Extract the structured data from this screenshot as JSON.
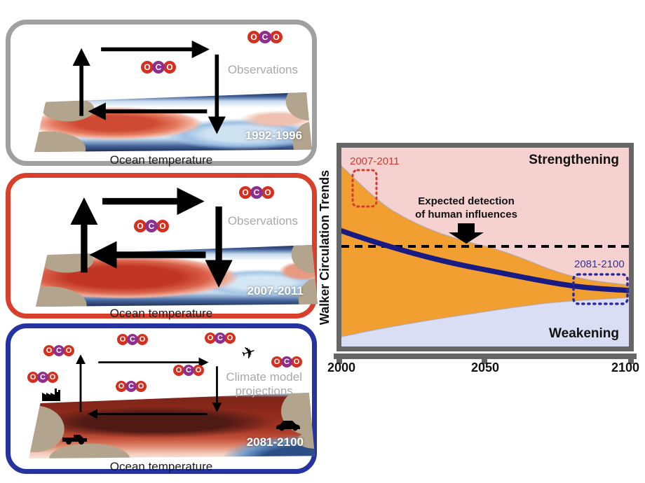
{
  "co2_molecule": {
    "name": "carbon dioxide molecule (OCO)",
    "letters": [
      "O",
      "C",
      "O"
    ],
    "oxygen_color": "#d3301f",
    "carbon_color": "#8d2f8d"
  },
  "panels": [
    {
      "id": "observations-1992-1996",
      "border_color": "#a0a0a0",
      "label": "Observations",
      "period": "1992-1996",
      "map_caption": "Ocean temperature",
      "arrow_weight": "medium"
    },
    {
      "id": "observations-2007-2011",
      "border_color": "#d8402c",
      "label": "Observations",
      "period": "2007-2011",
      "map_caption": "Ocean temperature",
      "arrow_weight": "thick"
    },
    {
      "id": "climate-model-projections-2081-2100",
      "border_color": "#2632a0",
      "label_line1": "Climate model",
      "label_line2": "projections",
      "period": "2081-2100",
      "map_caption": "Ocean temperature",
      "arrow_weight": "thin"
    }
  ],
  "chart": {
    "ylabel": "Walker Circulation Trends",
    "x_tick_labels": [
      "2000",
      "2050",
      "2100"
    ],
    "region_strengthening": "Strengthening",
    "region_weakening": "Weakening",
    "annotation_line1": "Expected detection",
    "annotation_line2": "of human influences",
    "box1_label": "2007-2011",
    "box2_label": "2081-2100",
    "colors": {
      "strengthening_bg": "#f5d2d0",
      "weakening_bg": "#d9def4",
      "model_spread_band": "#f09f30",
      "model_mean_line": "#191b83",
      "threshold_line": "#000000",
      "box1": "#cc3a31",
      "box2": "#2a2a9e",
      "frame": "#666666"
    }
  },
  "chart_data": {
    "type": "area",
    "title": "",
    "xlabel": "",
    "ylabel": "Walker Circulation Trends",
    "xlim": [
      2000,
      2100
    ],
    "x_ticks": [
      2000,
      2050,
      2100
    ],
    "y_axis_note": "unlabeled axis; y values given as fraction of plot height from bottom (0=bottom, 1=top)",
    "x": [
      2000,
      2010,
      2020,
      2030,
      2040,
      2050,
      2060,
      2070,
      2080,
      2090,
      2100
    ],
    "series": [
      {
        "name": "model spread upper bound",
        "values": [
          0.91,
          0.78,
          0.67,
          0.6,
          0.55,
          0.5,
          0.47,
          0.4,
          0.36,
          0.33,
          0.31
        ]
      },
      {
        "name": "model mean (Walker circulation trend)",
        "values": [
          0.58,
          0.54,
          0.49,
          0.45,
          0.42,
          0.39,
          0.36,
          0.33,
          0.31,
          0.29,
          0.28
        ]
      },
      {
        "name": "model spread lower bound",
        "values": [
          0.05,
          0.08,
          0.11,
          0.13,
          0.15,
          0.18,
          0.19,
          0.22,
          0.23,
          0.24,
          0.25
        ]
      }
    ],
    "regions": [
      {
        "name": "Strengthening",
        "position": "upper background",
        "color": "#f5d2d0"
      },
      {
        "name": "Weakening",
        "position": "lower background",
        "color": "#d9def4"
      }
    ],
    "annotations": [
      {
        "text": "Expected detection of human influences",
        "x": 2045,
        "points_to": "dashed detection threshold line at y=0.50"
      },
      {
        "text": "2007-2011",
        "type": "dotted box",
        "x_range": [
          2004,
          2012
        ],
        "y_range": [
          0.7,
          0.89
        ],
        "color": "#cc3a31"
      },
      {
        "text": "2081-2100",
        "type": "dotted box",
        "x_range": [
          2081,
          2100
        ],
        "y_range": [
          0.21,
          0.36
        ],
        "color": "#2a2a9e"
      }
    ],
    "threshold_line": {
      "style": "dashed",
      "y": 0.5,
      "label": "expected detection of human influences"
    },
    "legend_position": "none",
    "grid": false
  }
}
